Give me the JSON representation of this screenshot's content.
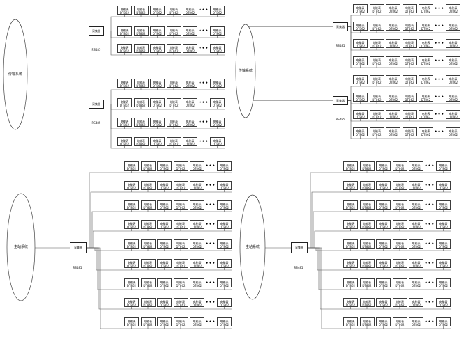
{
  "diagram": {
    "visible_boxes_per_row": 5,
    "trailing_boxes_after_ellipsis": 1,
    "line_color": "#555555",
    "box_border_color": "#3c3c3c",
    "background": "#ffffff"
  },
  "labels": {
    "device_line1": "电能表",
    "device_line2": "DT862",
    "ellipsis": "•••",
    "hub": "采集器",
    "bus": "RS485"
  },
  "quadrants": [
    {
      "name": "top-left",
      "system": "传输系统",
      "hubs": [
        {
          "label": "采集器",
          "bus": "RS485",
          "row_count": 3
        },
        {
          "label": "采集器",
          "bus": "RS485",
          "row_count": 4
        }
      ]
    },
    {
      "name": "top-right",
      "system": "传输系统",
      "hubs": [
        {
          "label": "采集器",
          "bus": "RS485",
          "row_count": 4
        },
        {
          "label": "采集器",
          "bus": "RS485",
          "row_count": 4
        }
      ]
    },
    {
      "name": "bottom-left",
      "system": "主站系统",
      "hubs": [
        {
          "label": "采集器",
          "bus": "RS485",
          "row_count": 9
        }
      ]
    },
    {
      "name": "bottom-right",
      "system": "主站系统",
      "hubs": [
        {
          "label": "采集器",
          "bus": "RS485",
          "row_count": 9
        }
      ]
    }
  ]
}
